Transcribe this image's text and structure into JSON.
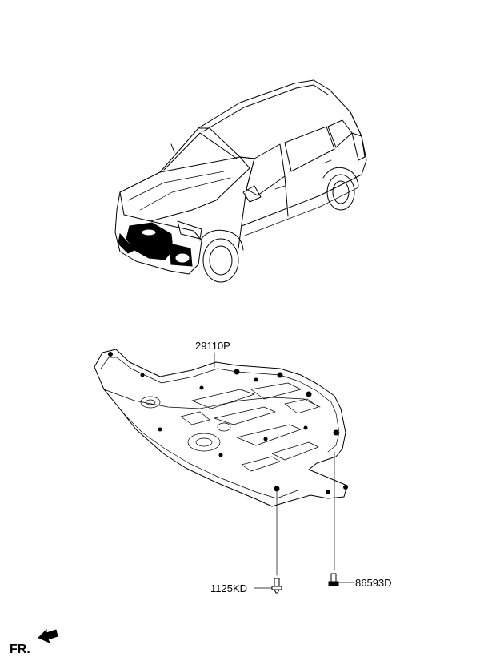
{
  "diagram": {
    "parts": [
      {
        "number": "29110P"
      },
      {
        "number": "1125KD"
      },
      {
        "number": "86593D"
      }
    ],
    "direction_label": "FR."
  }
}
